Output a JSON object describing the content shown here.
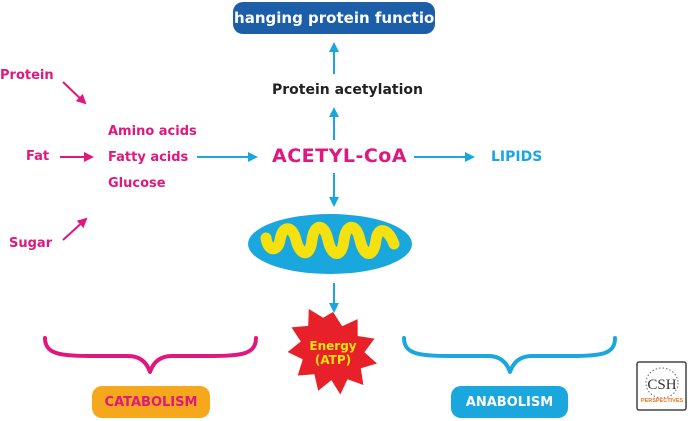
{
  "top_box": "Changing protein function",
  "protein_acetylation": "Protein acetylation",
  "sources": {
    "protein": "Protein",
    "fat": "Fat",
    "sugar": "Sugar"
  },
  "metabolites": {
    "amino": "Amino acids",
    "fatty": "Fatty acids",
    "glucose": "Glucose"
  },
  "acetyl_coa": "ACETYL-CoA",
  "lipids": "LIPIDS",
  "energy": {
    "line1": "Energy",
    "line2": "(ATP)"
  },
  "catabolism": "CATABOLISM",
  "anabolism": "ANABOLISM",
  "logo": "CSH PERSPECTIVES",
  "colors": {
    "magenta": "#e0177e",
    "cyan": "#1aa7de",
    "dark_blue": "#1c5fa8",
    "orange": "#f6a81d",
    "red": "#e8202a",
    "yellow": "#f4e10f"
  }
}
